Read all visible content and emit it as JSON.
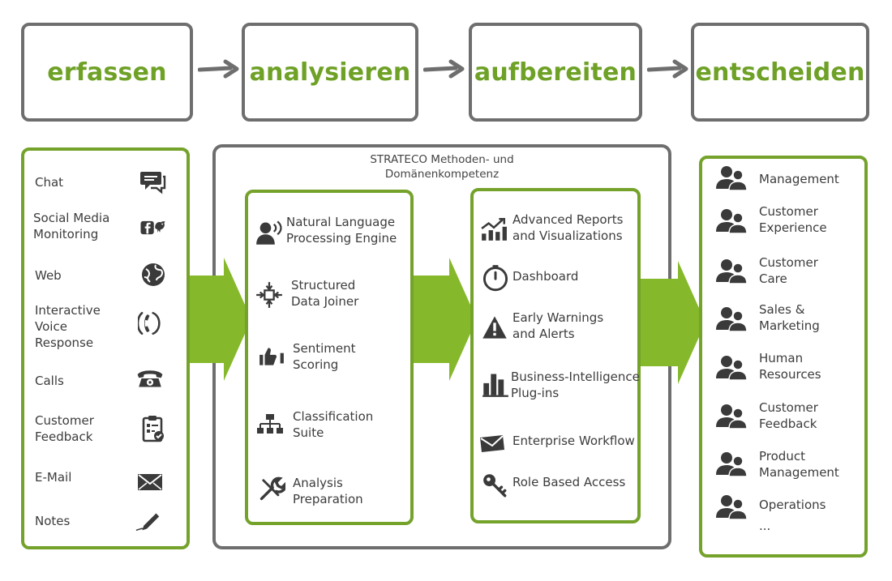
{
  "stages": [
    "erfassen",
    "analysieren",
    "aufbereiten",
    "entscheiden"
  ],
  "sources": [
    {
      "label": "Chat",
      "icon": "chat-icon"
    },
    {
      "label": "Social Media\nMonitoring",
      "icon": "social-media-icon"
    },
    {
      "label": "Web",
      "icon": "globe-icon"
    },
    {
      "label": "Interactive\nVoice\nResponse",
      "icon": "phone-handset-icon"
    },
    {
      "label": "Calls",
      "icon": "telephone-icon"
    },
    {
      "label": "Customer\nFeedback",
      "icon": "clipboard-icon"
    },
    {
      "label": "E-Mail",
      "icon": "envelope-icon"
    },
    {
      "label": "Notes",
      "icon": "pen-icon"
    }
  ],
  "methods_title": "STRATECO Methoden- und\nDomänenkompetenz",
  "analysis": [
    {
      "label": "Natural Language\nProcessing Engine",
      "icon": "speaker-icon"
    },
    {
      "label": "Structured\nData Joiner",
      "icon": "join-icon"
    },
    {
      "label": "Sentiment\nScoring",
      "icon": "thumbs-icon"
    },
    {
      "label": "Classification\nSuite",
      "icon": "hierarchy-icon"
    },
    {
      "label": "Analysis\nPreparation",
      "icon": "tools-icon"
    }
  ],
  "reporting": [
    {
      "label": "Advanced Reports\nand Visualizations",
      "icon": "trend-chart-icon"
    },
    {
      "label": "Dashboard",
      "icon": "stopwatch-icon"
    },
    {
      "label": "Early Warnings\nand Alerts",
      "icon": "warning-icon"
    },
    {
      "label": "Business-Intelligence\nPlug-ins",
      "icon": "bar-chart-icon"
    },
    {
      "label": "Enterprise Workflow",
      "icon": "mail-icon"
    },
    {
      "label": "Role Based Access",
      "icon": "key-icon"
    }
  ],
  "decisions": [
    {
      "label": "Management"
    },
    {
      "label": "Customer\nExperience"
    },
    {
      "label": "Customer\nCare"
    },
    {
      "label": "Sales &\nMarketing"
    },
    {
      "label": "Human\nResources"
    },
    {
      "label": "Customer\nFeedback"
    },
    {
      "label": "Product\nManagement"
    },
    {
      "label": "Operations"
    }
  ],
  "decisions_more": "...",
  "colors": {
    "green": "#74a22a",
    "stage_text": "#6ea126",
    "gray": "#6e6e6e",
    "icon": "#3a3a3a",
    "arrow": "#86b82c"
  }
}
